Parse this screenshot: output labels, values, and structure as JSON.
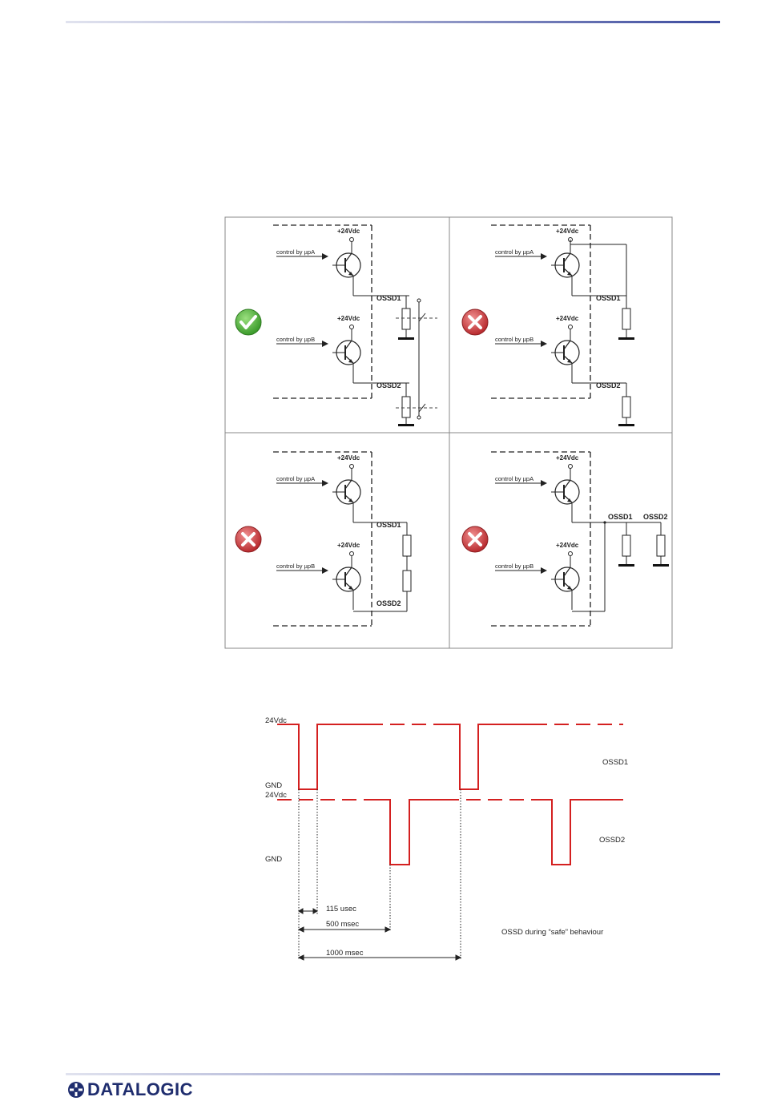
{
  "labels": {
    "supply": "+24Vdc",
    "control_a": "control by µpA",
    "control_b": "control by µpB",
    "ossd1": "OSSD1",
    "ossd2": "OSSD2"
  },
  "panels": [
    {
      "status": "correct",
      "status_icon": "check-icon"
    },
    {
      "status": "wrong",
      "status_icon": "cross-icon"
    },
    {
      "status": "wrong",
      "status_icon": "cross-icon"
    },
    {
      "status": "wrong",
      "status_icon": "cross-icon"
    }
  ],
  "timing": {
    "level_high_1": "24Vdc",
    "level_low_1": "GND",
    "level_high_2": "24Vdc",
    "level_low_2": "GND",
    "signal_1": "OSSD1",
    "signal_2": "OSSD2",
    "t_pulse": "115 usec",
    "t_offset": "500 msec",
    "t_period": "1000 msec",
    "caption": "OSSD during “safe” behaviour"
  },
  "footer": {
    "brand": "DATALOGIC"
  },
  "colors": {
    "signal": "#d42020",
    "ok": "#4caf3a",
    "fail": "#c9393c",
    "rule": "#3b4a9e",
    "brand": "#1f2d6e"
  }
}
